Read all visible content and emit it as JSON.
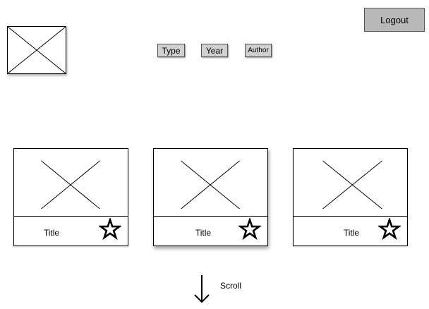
{
  "header": {
    "logout_label": "Logout"
  },
  "filters": {
    "type_label": "Type",
    "year_label": "Year",
    "author_label": "Author"
  },
  "cards": [
    {
      "title": "Title"
    },
    {
      "title": "Title"
    },
    {
      "title": "Title"
    }
  ],
  "scroll": {
    "label": "Scroll"
  },
  "icons": {
    "logo": "image-placeholder-icon",
    "card_image": "image-placeholder-icon",
    "favorite": "star-icon",
    "scroll": "arrow-down-icon"
  }
}
